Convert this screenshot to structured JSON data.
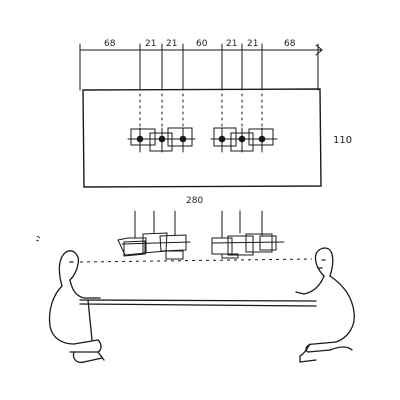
{
  "plan": {
    "segments": [
      {
        "value": 68,
        "label": "68"
      },
      {
        "value": 21,
        "label": "21"
      },
      {
        "value": 21,
        "label": "21"
      },
      {
        "value": 60,
        "label": "60"
      },
      {
        "value": 21,
        "label": "21"
      },
      {
        "value": 21,
        "label": "21"
      },
      {
        "value": 68,
        "label": "68"
      }
    ],
    "width_label": "280",
    "depth_label": "110"
  },
  "colors": {
    "ink": "#1a1a1a",
    "paper": "#ffffff"
  }
}
